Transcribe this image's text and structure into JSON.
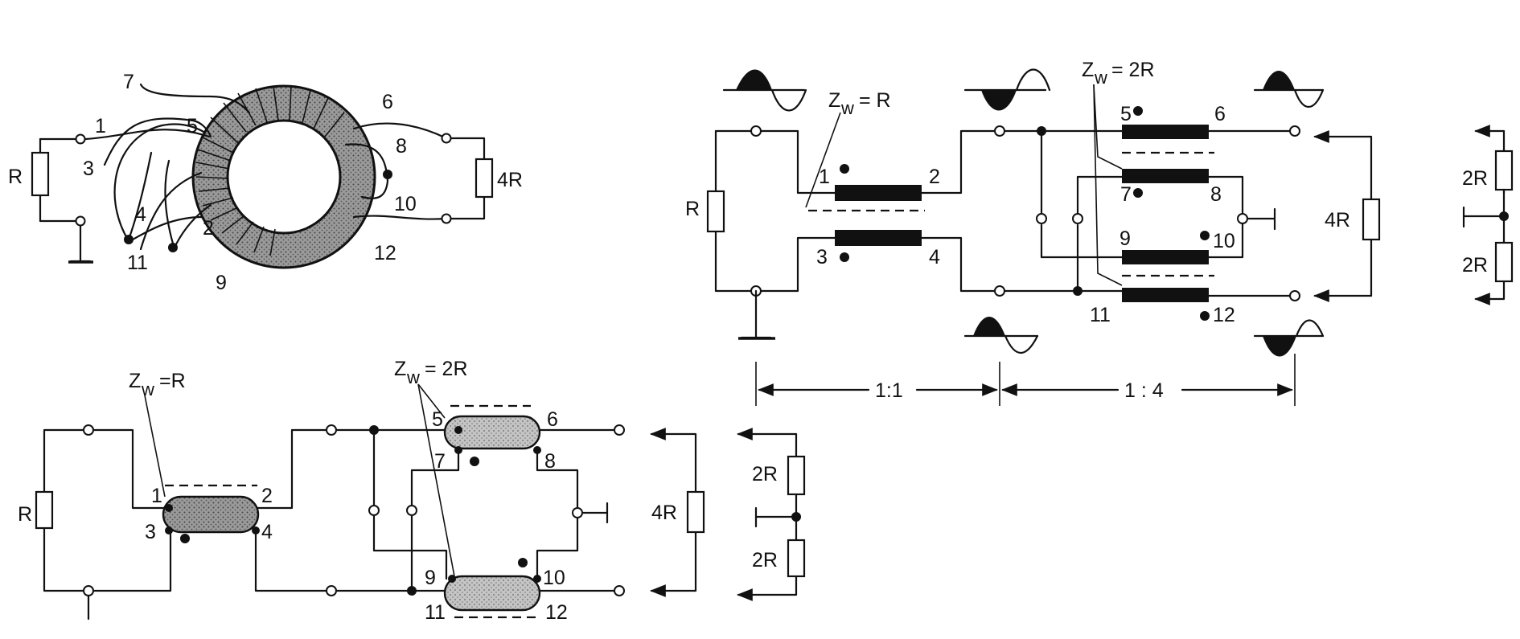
{
  "labels": {
    "R": "R",
    "R4": "4R",
    "R2": "2R",
    "zw_r": "Z",
    "zw_r_sub": "w",
    "zw_r_val": "= R",
    "zw_r_val_tight": "=R",
    "zw_2r_val": "= 2R",
    "ratio_11": "1:1",
    "ratio_14": "1 : 4"
  },
  "pins": [
    "1",
    "2",
    "3",
    "4",
    "5",
    "6",
    "7",
    "8",
    "9",
    "10",
    "11",
    "12"
  ],
  "colors": {
    "ink": "#111111",
    "toroid_fill": "#8a8a8a",
    "cable_dark": "#707070",
    "cable_light": "#a8a8a8",
    "paper": "#ffffff"
  }
}
